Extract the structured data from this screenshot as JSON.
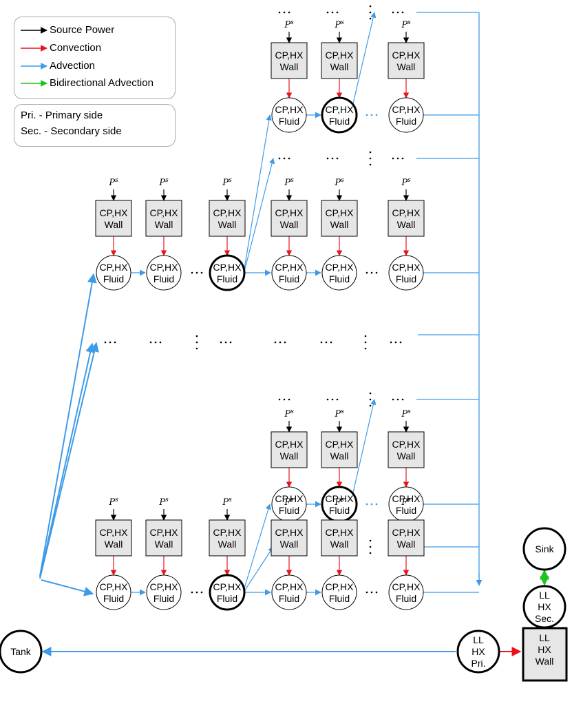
{
  "legend": {
    "source_power": "Source Power",
    "convection": "Convection",
    "advection": "Advection",
    "bidirectional": "Bidirectional Advection"
  },
  "abbreviations": {
    "primary": "Pri. - Primary side",
    "secondary": "Sec. - Secondary side"
  },
  "labels": {
    "power": "P",
    "power_sup": "s",
    "wall_line1": "CP,HX",
    "wall_line2": "Wall",
    "fluid_line1": "CP,HX",
    "fluid_line2": "Fluid",
    "tank": "Tank",
    "sink": "Sink",
    "ll_pri": [
      "LL",
      "HX",
      "Pri."
    ],
    "ll_sec": [
      "LL",
      "HX",
      "Sec."
    ],
    "ll_wall": [
      "LL",
      "HX",
      "Wall"
    ]
  },
  "colors": {
    "source": "#000000",
    "convection": "#e8141c",
    "advection": "#3d9be9",
    "bidirectional": "#1fc21f",
    "wall_fill": "#e6e6e6"
  }
}
